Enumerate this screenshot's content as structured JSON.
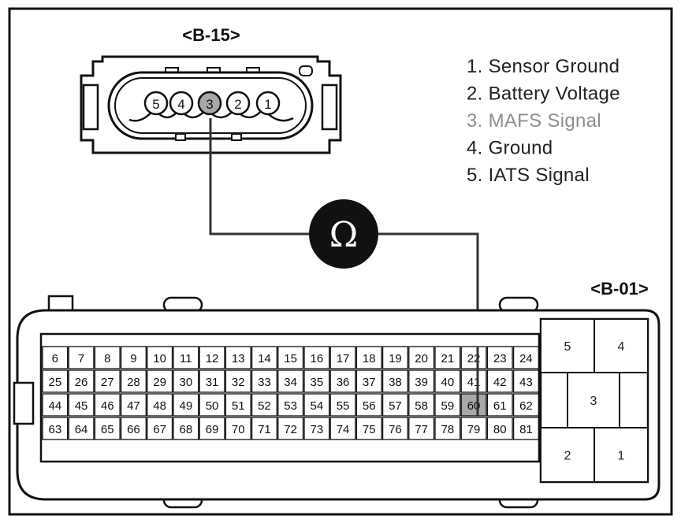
{
  "b15": {
    "label": "<B-15>",
    "pins": [
      "5",
      "4",
      "3",
      "2",
      "1"
    ],
    "highlight_pin": "3"
  },
  "legend": [
    {
      "text": "1. Sensor Ground",
      "highlight": false
    },
    {
      "text": "2. Battery Voltage",
      "highlight": false
    },
    {
      "text": "3. MAFS Signal",
      "highlight": true
    },
    {
      "text": "4. Ground",
      "highlight": false
    },
    {
      "text": "5. IATS Signal",
      "highlight": false
    }
  ],
  "meter": {
    "symbol": "Ω",
    "icon": "ohmmeter-icon"
  },
  "b01": {
    "label": "<B-01>",
    "highlight_pin": "60",
    "rows": [
      [
        "6",
        "7",
        "8",
        "9",
        "10",
        "11",
        "12",
        "13",
        "14",
        "15",
        "16",
        "17",
        "18",
        "19",
        "20",
        "21",
        "22",
        "23",
        "24"
      ],
      [
        "25",
        "26",
        "27",
        "28",
        "29",
        "30",
        "31",
        "32",
        "33",
        "34",
        "35",
        "36",
        "37",
        "38",
        "39",
        "40",
        "41",
        "42",
        "43"
      ],
      [
        "44",
        "45",
        "46",
        "47",
        "48",
        "49",
        "50",
        "51",
        "52",
        "53",
        "54",
        "55",
        "56",
        "57",
        "58",
        "59",
        "60",
        "61",
        "62"
      ],
      [
        "63",
        "64",
        "65",
        "66",
        "67",
        "68",
        "69",
        "70",
        "71",
        "72",
        "73",
        "74",
        "75",
        "76",
        "77",
        "78",
        "79",
        "80",
        "81"
      ]
    ],
    "big_pins": [
      "5",
      "4",
      "3",
      "2",
      "1"
    ]
  },
  "colors": {
    "highlight_fill": "#a8a8a8",
    "line": "#333333",
    "meter_fill": "#111111"
  }
}
